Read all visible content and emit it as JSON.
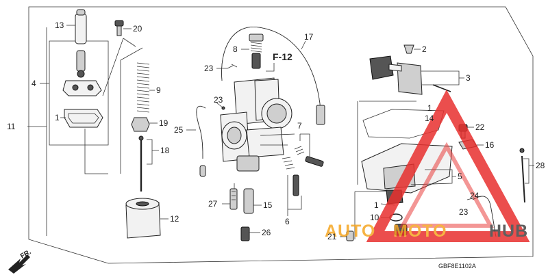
{
  "diagram": {
    "figure_ref": "F-12",
    "drawing_code": "GBF8E1102A",
    "direction_label": "FR.",
    "callouts": [
      "1",
      "1",
      "1",
      "2",
      "3",
      "4",
      "5",
      "6",
      "7",
      "8",
      "9",
      "10",
      "11",
      "12",
      "13",
      "14",
      "15",
      "16",
      "17",
      "18",
      "19",
      "20",
      "21",
      "22",
      "23",
      "23",
      "23",
      "24",
      "25",
      "26",
      "27",
      "28"
    ]
  },
  "watermark": {
    "text_auto": "AUTO",
    "text_moto": "MOTO",
    "text_hub": "HUB",
    "color_red": "#e8302e",
    "color_orange": "#f5a623",
    "color_dark": "#444444"
  }
}
